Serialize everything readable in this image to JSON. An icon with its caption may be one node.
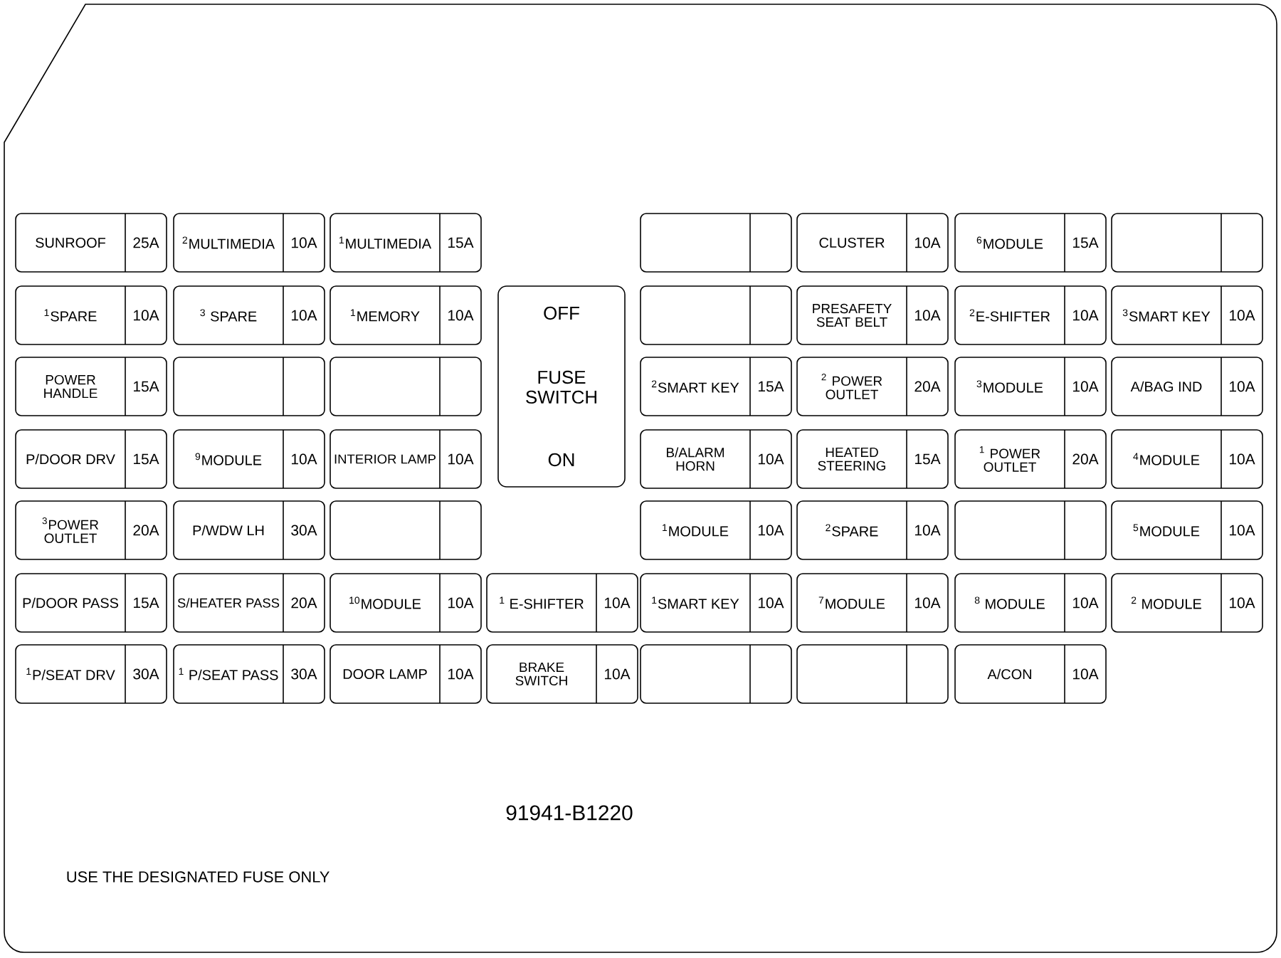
{
  "diagram": {
    "nodes": [
      {
        "text": [
          "SUNROOF",
          "25A"
        ]
      },
      {
        "text": [
          "$^{2}$MULTIMEDIA",
          "10A"
        ]
      },
      {
        "text": [
          "$^{1}$MULTIMEDIA",
          "15A"
        ]
      },
      {
        "text": [],
        "shape": "box"
      },
      {
        "text": [
          "CLUSTER",
          "10A"
        ]
      },
      {
        "text": [
          "$^{6}$MODULE",
          "15A"
        ]
      },
      {
        "text": [],
        "shape": "box"
      },
      {
        "text": [
          "$^{1}$SPARE",
          "10A"
        ]
      },
      {
        "text": [
          "$^{3}$ SPARE",
          "10A"
        ]
      },
      {
        "text": [
          "$^{1}$MEMORY",
          "10A"
        ]
      },
      {
        "text": [
          "OFF",
          "FUSE SWITCH",
          "ON"
        ]
      },
      {
        "text": [],
        "shape": "box"
      },
      {
        "text": [
          "PRESAFETY SEAT BELT",
          "10A"
        ]
      },
      {
        "text": [
          "$^{2}$E-SHIFTER",
          "10A"
        ]
      },
      {
        "text": [
          "$^{3}$SMART KEY",
          "10A"
        ]
      },
      {
        "text": [
          "POWER HANDLE",
          "15A"
        ]
      },
      {
        "text": [],
        "shape": "box"
      },
      {
        "text": [],
        "shape": "box"
      },
      {
        "text": [
          "$^{2}$SMART KEY",
          "15A"
        ]
      },
      {
        "text": [
          "$^{2}$ POWER OUTLET",
          "20A"
        ]
      },
      {
        "text": [
          "$^{3}$MODULE",
          "10A"
        ]
      },
      {
        "text": [
          "A/BAG IND",
          "10A"
        ]
      },
      {
        "text": [
          "P/DOOR DRV",
          "15A"
        ]
      },
      {
        "text": [
          "$^{9}$MODULE",
          "10A"
        ]
      },
      {
        "text": [
          "INTERIOR LAMP",
          "10A"
        ]
      },
      {
        "text": [
          "B/ALARM HORN",
          "10A"
        ]
      },
      {
        "text": [
          "HEATED STEERING",
          "15A"
        ]
      },
      {
        "text": [
          "$^{1}$ POWER OUTLET",
          "20A"
        ]
      },
      {
        "text": [
          "$^{4}$MODULE",
          "10A"
        ]
      },
      {
        "text": [
          "$^{3}$POWER OUTLET",
          "20A"
        ]
      },
      {
        "text": [
          "P/WDW LH",
          "30A"
        ]
      },
      {
        "text": [],
        "shape": "box"
      },
      {
        "text": [
          "$^{1}$MODULE",
          "10A"
        ]
      },
      {
        "text": [
          "$^{2}$SPARE",
          "10A"
        ]
      },
      {
        "text": [],
        "shape": "box"
      },
      {
        "text": [
          "$^{5}$MODULE",
          "10A"
        ]
      },
      {
        "text": [
          "P/DOOR PASS",
          "15A"
        ]
      },
      {
        "text": [
          "S/HEATER PASS",
          "20A"
        ]
      },
      {
        "text": [
          "$^{10}$MODULE",
          "10A"
        ]
      },
      {
        "text": [
          "$^{1}$ E-SHIFTER",
          "10A"
        ]
      },
      {
        "text": [
          "$^{1}$SMART KEY",
          "10A"
        ]
      },
      {
        "text": [
          "$^{7}$MODULE",
          "10A"
        ]
      },
      {
        "text": [
          "$^{8}$ MODULE",
          "10A"
        ]
      },
      {
        "text": [
          "$^{2}$ MODULE",
          "10A"
        ]
      },
      {
        "text": [
          "$^{1}$P/SEAT DRV",
          "30A"
        ]
      },
      {
        "text": [
          "$^{1}$ P/SEAT PASS",
          "30A"
        ]
      },
      {
        "text": [
          "DOOR LAMP",
          "10A"
        ]
      },
      {
        "text": [
          "BRAKE SWITCH",
          "10A"
        ]
      },
      {
        "text": [],
        "shape": "box"
      },
      {
        "text": [],
        "shape": "box"
      },
      {
        "text": [
          "A/CON",
          "10A"
        ]
      }
    ],
    "labels": [
      "91941-B1220",
      "USE THE DESIGNATED FUSE ONLY"
    ]
  }
}
